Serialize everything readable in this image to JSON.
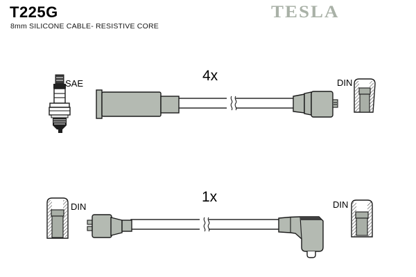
{
  "header": {
    "part_number": "T225G",
    "description": "8mm SILICONE CABLE- RESISTIVE CORE",
    "brand": "TESLA"
  },
  "colors": {
    "background": "#ffffff",
    "component_fill": "#b4bab2",
    "component_fill_dark": "#a9afa7",
    "outline": "#1a1a1a",
    "brand": "#a9b1a7"
  },
  "top_assembly": {
    "quantity_label": "4x",
    "spark_plug_label": "SAE",
    "connector_label": "DIN",
    "parts": [
      "spark-plug",
      "plug-boot",
      "silicone-cable",
      "din-connector",
      "din-protective-boot"
    ]
  },
  "bottom_assembly": {
    "quantity_label": "1x",
    "left_connector_label": "DIN",
    "right_connector_label": "DIN",
    "parts": [
      "din-protective-boot",
      "din-connector",
      "silicone-cable",
      "angled-din-connector",
      "din-protective-boot"
    ]
  }
}
